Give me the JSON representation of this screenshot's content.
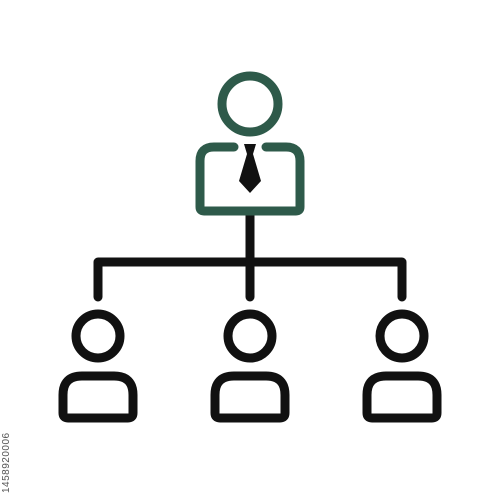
{
  "diagram": {
    "type": "org-chart-icon",
    "colors": {
      "leader": "#2e5a4a",
      "members": "#111111",
      "connectors": "#111111",
      "tie": "#111111",
      "background": "#ffffff"
    },
    "nodes": [
      {
        "id": "leader",
        "role": "manager",
        "icon": "person-with-tie-icon"
      },
      {
        "id": "member-1",
        "role": "employee",
        "icon": "person-icon"
      },
      {
        "id": "member-2",
        "role": "employee",
        "icon": "person-icon"
      },
      {
        "id": "member-3",
        "role": "employee",
        "icon": "person-icon"
      }
    ],
    "edges": [
      {
        "from": "leader",
        "to": "member-1"
      },
      {
        "from": "leader",
        "to": "member-2"
      },
      {
        "from": "leader",
        "to": "member-3"
      }
    ]
  },
  "watermark": {
    "id_text": "1458920006"
  }
}
